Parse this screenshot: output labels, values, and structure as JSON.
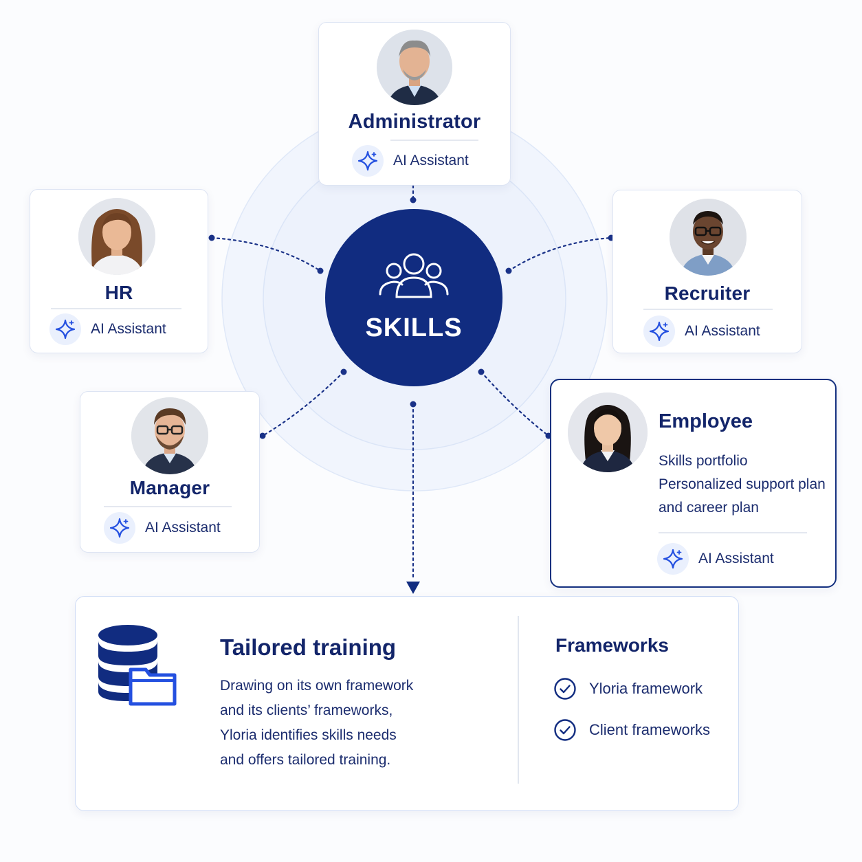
{
  "center": {
    "label": "SKILLS",
    "icon": "people-group-icon"
  },
  "roles": {
    "administrator": {
      "title": "Administrator",
      "assistant": "AI Assistant"
    },
    "hr": {
      "title": "HR",
      "assistant": "AI Assistant"
    },
    "recruiter": {
      "title": "Recruiter",
      "assistant": "AI Assistant"
    },
    "manager": {
      "title": "Manager",
      "assistant": "AI Assistant"
    },
    "employee": {
      "title": "Employee",
      "lines": [
        "Skills portfolio",
        "Personalized support plan",
        "and career plan"
      ],
      "assistant": "AI Assistant"
    }
  },
  "training": {
    "icon": "database-folder-icon",
    "title": "Tailored training",
    "body": [
      "Drawing on its own framework",
      "and its clients’ frameworks,",
      "Yloria identifies skills needs",
      "and offers tailored training."
    ]
  },
  "frameworks": {
    "title": "Frameworks",
    "items": [
      "Yloria framework",
      "Client frameworks"
    ]
  },
  "colors": {
    "navy": "#112c80",
    "accent_blue": "#2450e0",
    "card_border": "#dde4f3",
    "employee_border": "#14307f",
    "text": "#13256a"
  }
}
